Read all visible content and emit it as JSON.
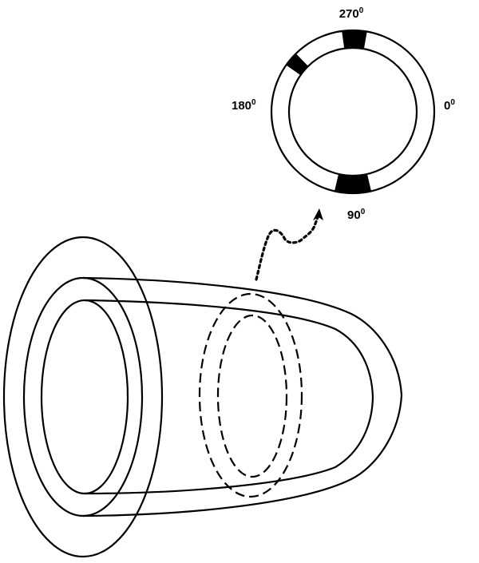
{
  "angle_labels": {
    "deg_270": {
      "value": "270",
      "unit": "0"
    },
    "deg_180": {
      "value": "180",
      "unit": "0"
    },
    "deg_0": {
      "value": "0",
      "unit": "0"
    },
    "deg_90": {
      "value": "90",
      "unit": "0"
    }
  },
  "colors": {
    "stroke": "#000000",
    "background": "#ffffff",
    "marker_fill": "#000000"
  }
}
